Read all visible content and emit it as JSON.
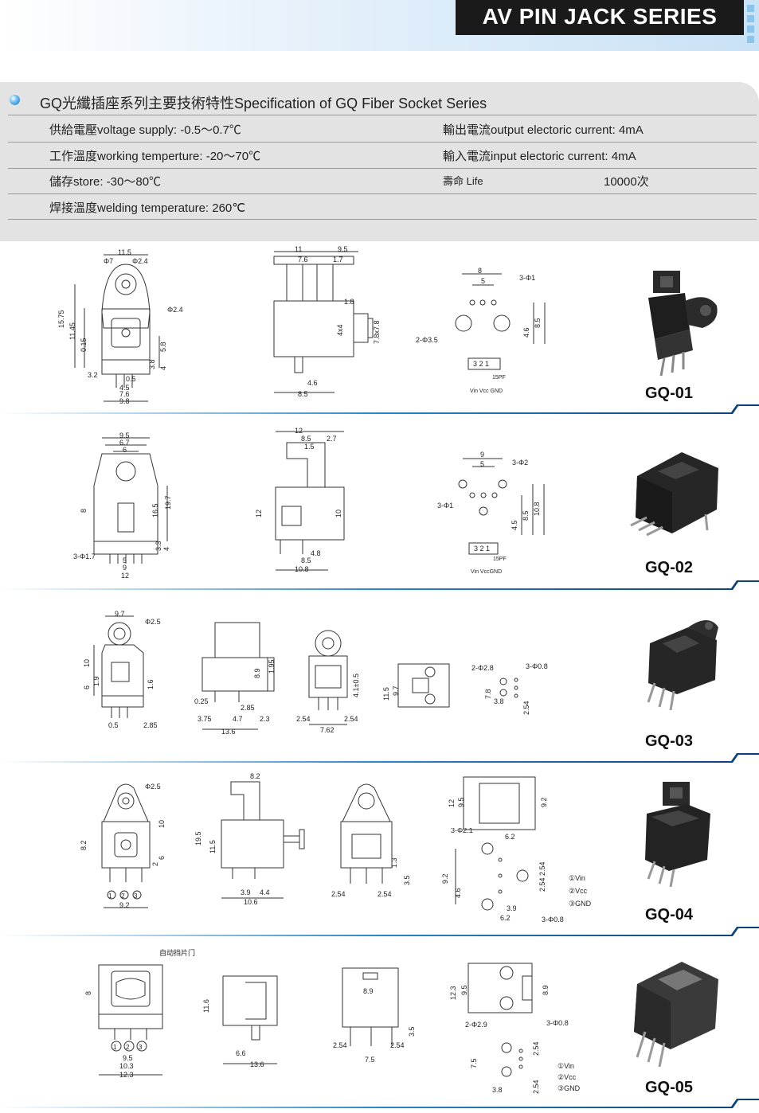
{
  "header": {
    "title": "AV PIN JACK SERIES"
  },
  "spec": {
    "title": "GQ光纖插座系列主要技術特性Specification of GQ Fiber Socket Series",
    "rows": [
      {
        "left": "供給電壓voltage supply: -0.5～0.7℃",
        "right": "輸出電流output electoric current: 4mA"
      },
      {
        "left": "工作溫度working temperture: -20～70℃",
        "right": "輸入電流input electoric current: 4mA"
      },
      {
        "left": "儲存store: -30～80℃",
        "right": "壽命 Life",
        "right_value": "10000次"
      },
      {
        "left": "焊接溫度welding temperature: 260℃",
        "right": ""
      }
    ]
  },
  "products": [
    {
      "model": "GQ-01",
      "front_dims": [
        "11.5",
        "Φ7",
        "Φ2.4",
        "Φ2.4",
        "15.75",
        "11.45",
        "0.15",
        "5.8",
        "3.8",
        "4",
        "3.2",
        "0.5",
        "4.5",
        "7.6",
        "9.8"
      ],
      "side_dims": [
        "11",
        "9.5",
        "7.6",
        "1.7",
        "1.8",
        "4x4",
        "7.8x7.8",
        "4.6",
        "8.5"
      ],
      "pin_dims": [
        "8",
        "5",
        "3-Φ1",
        "2-Φ3.5",
        "4.6",
        "8.5",
        "3",
        "2",
        "1",
        "15PF",
        "Vin",
        "Vcc",
        "GND"
      ]
    },
    {
      "model": "GQ-02",
      "front_dims": [
        "9.5",
        "6.7",
        "6",
        "8",
        "16.5",
        "19.7",
        "3.3",
        "4",
        "3-Φ1.7",
        "5",
        "9",
        "12"
      ],
      "side_dims": [
        "12",
        "8.5",
        "2.7",
        "1.5",
        "12",
        "10",
        "4.8",
        "8.5",
        "10.8"
      ],
      "pin_dims": [
        "9",
        "5",
        "3-Φ2",
        "3-Φ1",
        "4.5",
        "8.5",
        "10.8",
        "3",
        "2",
        "1",
        "15PF",
        "Vin",
        "Vcc",
        "GND"
      ]
    },
    {
      "model": "GQ-03",
      "front_dims": [
        "9.7",
        "Φ2.5",
        "10",
        "6",
        "1.9",
        "1.6",
        "0.5",
        "2.85"
      ],
      "side_dims": [
        "8.9",
        "1.95",
        "0.25",
        "2.85",
        "3.75",
        "4.7",
        "2.3",
        "13.6"
      ],
      "back_dims": [
        "4.1±0.5",
        "2.54",
        "2.54",
        "7.62"
      ],
      "top_dims": [
        "11.5",
        "9.7"
      ],
      "pin_dims": [
        "2-Φ2.8",
        "3-Φ0.8",
        "7.8",
        "3.8",
        "2.54"
      ]
    },
    {
      "model": "GQ-04",
      "front_dims": [
        "Φ2.5",
        "10",
        "8.2",
        "6",
        "2",
        "9.2"
      ],
      "front_pins": [
        "①",
        "②",
        "③"
      ],
      "side_dims": [
        "8.2",
        "19.5",
        "11.5",
        "3.9",
        "4.4",
        "10.6"
      ],
      "back_dims": [
        "1.3",
        "3.5",
        "2.54",
        "2.54"
      ],
      "top_dims": [
        "12",
        "9.5",
        "9.2",
        "6.2"
      ],
      "pin_dims": [
        "3-Φ2.1",
        "9.2",
        "4.6",
        "2.54",
        "2.54",
        "3.9",
        "6.2",
        "3-Φ0.8"
      ],
      "legend": [
        "①Vin",
        "②Vcc",
        "③GND"
      ]
    },
    {
      "model": "GQ-05",
      "note": "自动挡片门",
      "front_dims": [
        "8",
        "9.5",
        "10.3",
        "12.3"
      ],
      "front_pins": [
        "①",
        "②",
        "③"
      ],
      "side_dims": [
        "11.6",
        "6.6",
        "13.6"
      ],
      "back_dims": [
        "8.9",
        "3.5",
        "2.54",
        "2.54",
        "7.5"
      ],
      "top_dims": [
        "12.3",
        "9.5",
        "8.9"
      ],
      "pin_dims": [
        "2-Φ2.9",
        "3-Φ0.8",
        "2.54",
        "7.5",
        "3.8",
        "2.54"
      ],
      "legend": [
        "①Vin",
        "②Vcc",
        "③GND"
      ]
    }
  ]
}
